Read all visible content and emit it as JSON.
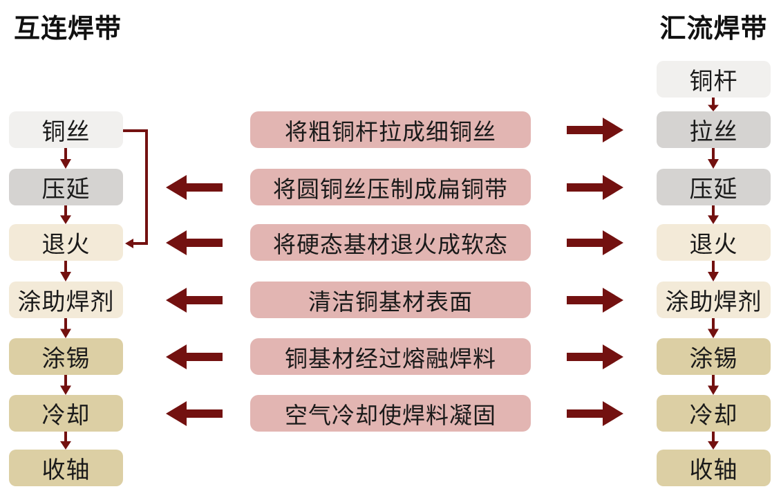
{
  "left_flow": {
    "title": "互连焊带",
    "steps": [
      {
        "label": "铜丝",
        "stage": "raw"
      },
      {
        "label": "压延",
        "stage": "forming"
      },
      {
        "label": "退火",
        "stage": "heat"
      },
      {
        "label": "涂助焊剂",
        "stage": "heat"
      },
      {
        "label": "涂锡",
        "stage": "finish"
      },
      {
        "label": "冷却",
        "stage": "finish"
      },
      {
        "label": "收轴",
        "stage": "finish"
      }
    ]
  },
  "right_flow": {
    "title": "汇流焊带",
    "steps": [
      {
        "label": "铜杆",
        "stage": "raw"
      },
      {
        "label": "拉丝",
        "stage": "forming"
      },
      {
        "label": "压延",
        "stage": "forming"
      },
      {
        "label": "退火",
        "stage": "heat"
      },
      {
        "label": "涂助焊剂",
        "stage": "heat"
      },
      {
        "label": "涂锡",
        "stage": "finish"
      },
      {
        "label": "冷却",
        "stage": "finish"
      },
      {
        "label": "收轴",
        "stage": "finish"
      }
    ]
  },
  "process_notes": [
    "将粗铜杆拉成细铜丝",
    "将圆铜丝压制成扁铜带",
    "将硬态基材退火成软态",
    "清洁铜基材表面",
    "铜基材经过熔融焊料",
    "空气冷却使焊料凝固"
  ],
  "colors": {
    "arrow": "#731110",
    "note_box": "#e2b5b2",
    "stage_raw": "#f1f0ee",
    "stage_forming": "#d5d3d1",
    "stage_heat": "#f3ead8",
    "stage_finish": "#dccfa4"
  }
}
